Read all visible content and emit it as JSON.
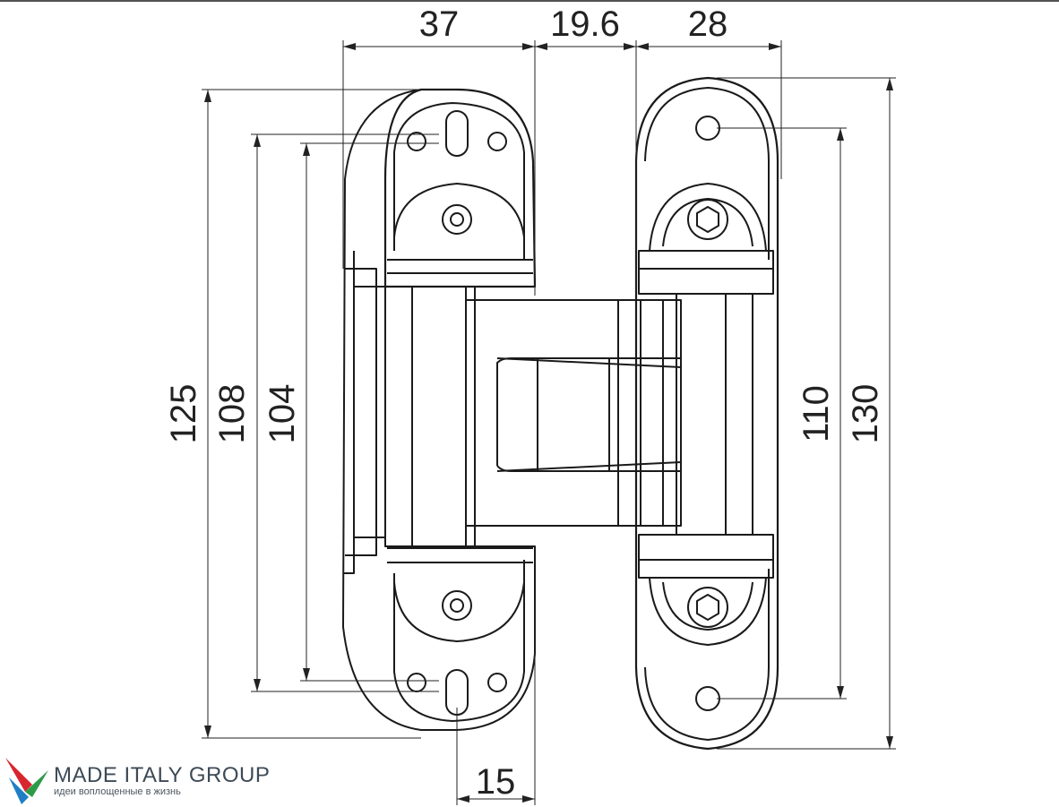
{
  "dimensions": {
    "top_width_left_leaf": "37",
    "top_width_gap": "19.6",
    "top_width_right_leaf": "28",
    "left_height_outer": "125",
    "left_height_middle": "108",
    "left_height_inner": "104",
    "right_height_inner": "110",
    "right_height_outer": "130",
    "bottom_width": "15"
  },
  "brand": {
    "name": "MADE ITALY GROUP",
    "tagline": "идеи воплощенные в жизнь",
    "colors": {
      "red": "#d8262f",
      "blue": "#1f7fc4",
      "green": "#2c9b48",
      "text": "#3d4a56"
    }
  },
  "colors": {
    "line": "#222222",
    "stroke": "#1a1a1a"
  }
}
